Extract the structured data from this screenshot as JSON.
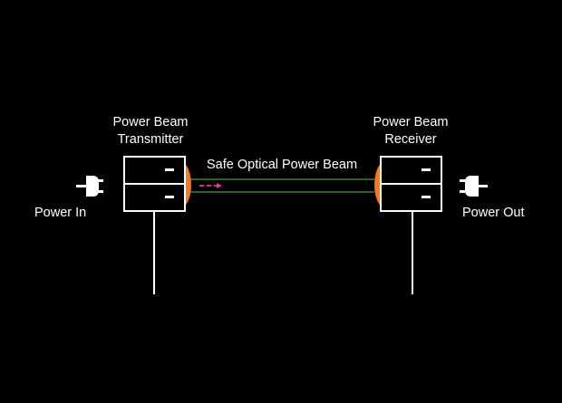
{
  "transmitter": {
    "title_line1": "Power Beam",
    "title_line2": "Transmitter",
    "input_label": "Power In"
  },
  "receiver": {
    "title_line1": "Power Beam",
    "title_line2": "Receiver",
    "output_label": "Power Out"
  },
  "beam": {
    "label": "Safe Optical Power Beam"
  },
  "colors": {
    "background": "#000000",
    "foreground": "#ffffff",
    "emitter": "#f07a28",
    "beam_line": "#5fc23a",
    "arrow": "#e8379a"
  },
  "icons": [
    "plug-icon",
    "plug-icon"
  ]
}
